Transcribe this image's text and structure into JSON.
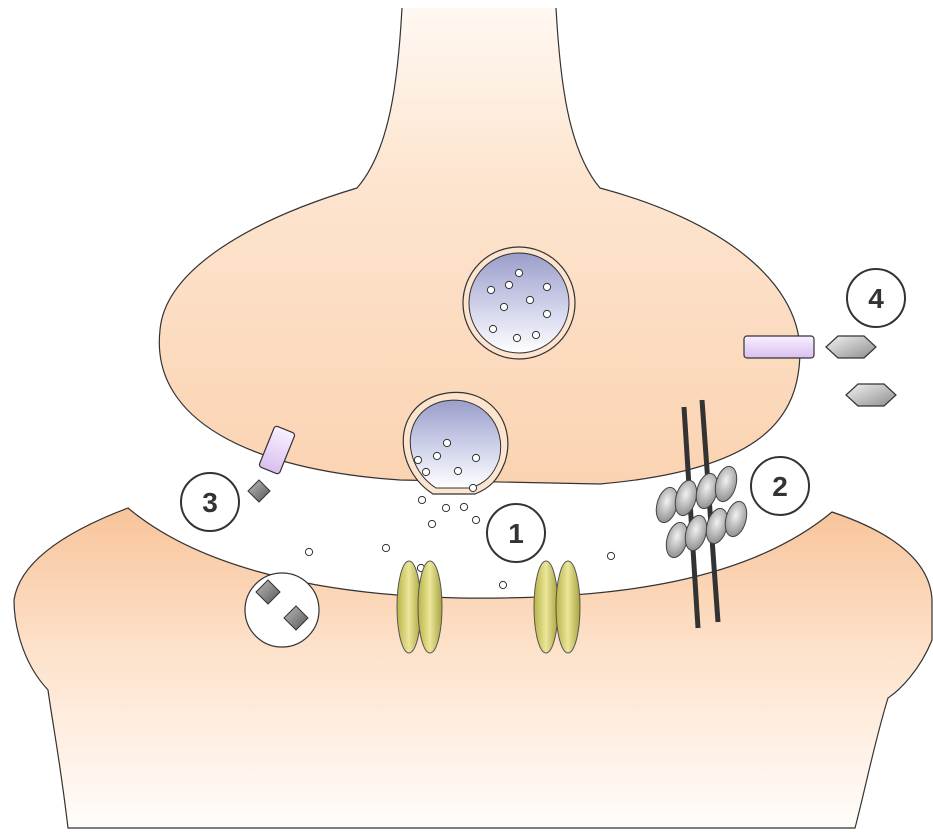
{
  "callouts": [
    {
      "id": "1",
      "label": "1"
    },
    {
      "id": "2",
      "label": "2"
    },
    {
      "id": "3",
      "label": "3"
    },
    {
      "id": "4",
      "label": "4"
    }
  ],
  "colors": {
    "cell_top": "#fff0e8",
    "cell_mid": "#fbd7b8",
    "cell_bottom": "#fffdf8",
    "outline": "#333333",
    "vesicle_fill_top": "#ffffff",
    "vesicle_fill_bottom": "#9fa3cc",
    "vesicle_ring": "#fce6d0",
    "receptor_yellow": "#d9d46c",
    "receptor_yellow_dark": "#8c8a3a",
    "transporter_purple": "#e8d8f5",
    "channel_gray": "#b8b8b8",
    "enzyme_gray": "#9a9a9a",
    "callout_text": "#333333"
  },
  "icons": [
    "presynaptic-terminal",
    "postsynaptic-terminal",
    "synaptic-vesicle",
    "neurotransmitter-molecule",
    "ligand-gated-receptor",
    "gap-junction-channel",
    "reuptake-transporter",
    "enzyme-degradation",
    "autoreceptor"
  ]
}
